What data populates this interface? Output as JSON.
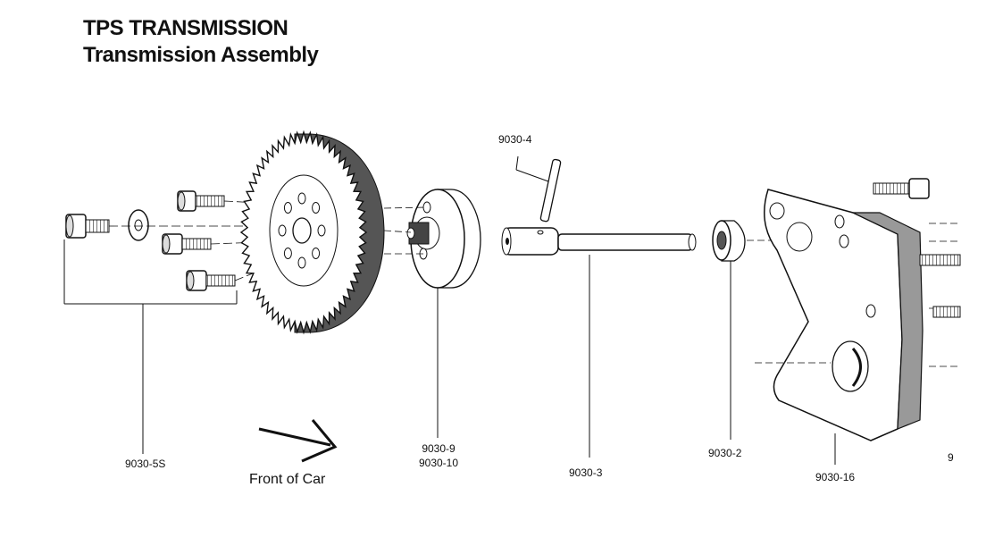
{
  "header": {
    "title": "TPS TRANSMISSION",
    "subtitle": "Transmission Assembly"
  },
  "callouts": {
    "screws": "9030-5S",
    "hub_a": "9030-9",
    "hub_b": "9030-10",
    "pin": "9030-4",
    "shaft": "9030-3",
    "bearing": "9030-2",
    "plate": "9030-16",
    "partial": "9"
  },
  "direction_label": "Front of Car",
  "colors": {
    "ink": "#111111",
    "paper": "#ffffff",
    "shade": "#888888"
  }
}
